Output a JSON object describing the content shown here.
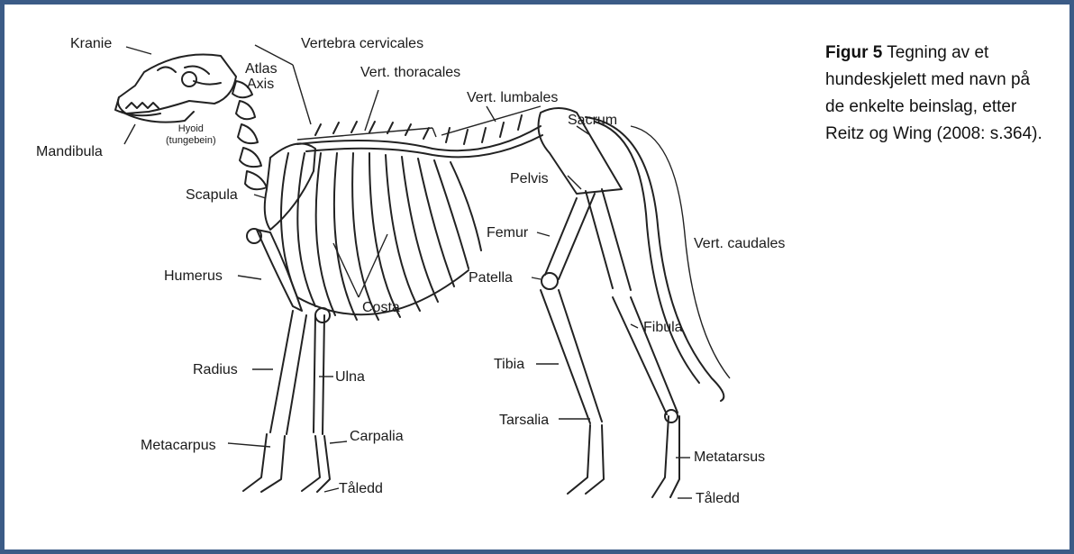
{
  "figure": {
    "caption_bold": "Figur 5",
    "caption_text": " Tegning av et hundeskjelett med navn på de enkelte beinslag, etter Reitz og Wing (2008: s.364)."
  },
  "labels": {
    "kranie": "Kranie",
    "mandibula": "Mandibula",
    "atlas": "Atlas",
    "axis": "Axis",
    "hyoid": "Hyoid",
    "tungebein": "(tungebein)",
    "vert_cervicales": "Vertebra cervicales",
    "vert_thoracales": "Vert. thoracales",
    "vert_lumbales": "Vert. lumbales",
    "sacrum": "Sacrum",
    "scapula": "Scapula",
    "pelvis": "Pelvis",
    "femur": "Femur",
    "vert_caudales": "Vert. caudales",
    "humerus": "Humerus",
    "patella": "Patella",
    "costa": "Costa",
    "fibula": "Fibula",
    "radius": "Radius",
    "ulna": "Ulna",
    "tibia": "Tibia",
    "tarsalia": "Tarsalia",
    "metacarpus": "Metacarpus",
    "carpalia": "Carpalia",
    "metatarsus": "Metatarsus",
    "taledd_front": "Tåledd",
    "taledd_hind": "Tåledd"
  },
  "colors": {
    "border": "#3b5b86",
    "ink": "#1a1a1a"
  }
}
